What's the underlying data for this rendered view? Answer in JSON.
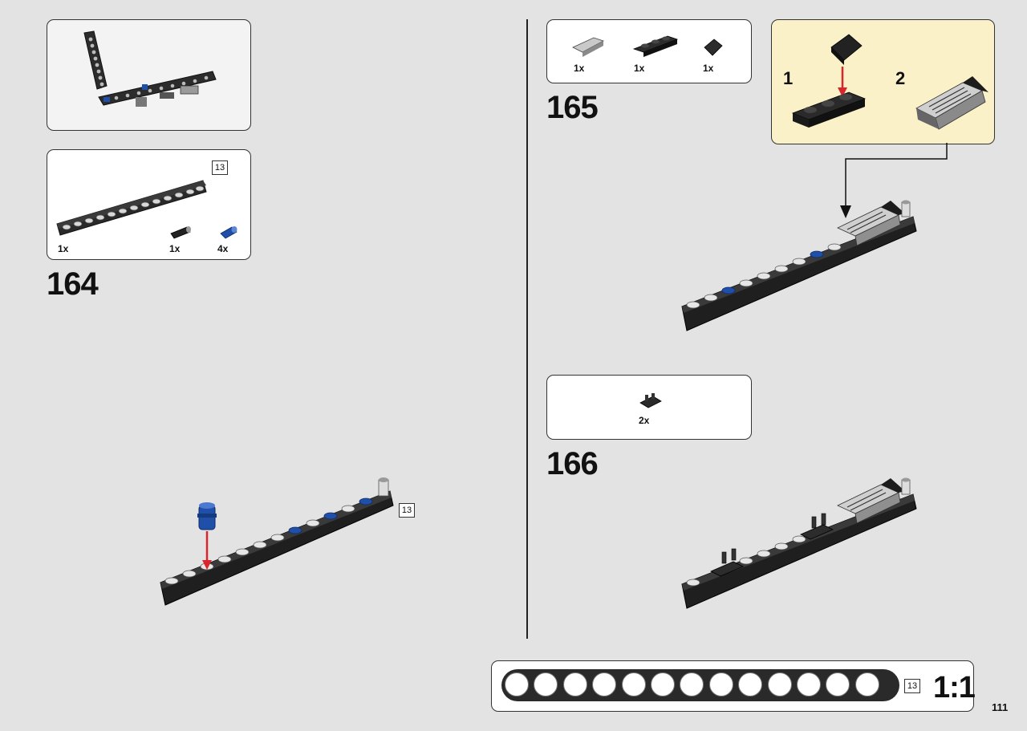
{
  "steps": {
    "s164": {
      "number": "164",
      "parts": [
        {
          "qty": "1x",
          "part": "beam-13-icon"
        },
        {
          "qty": "1x",
          "part": "black-connector-pin-icon"
        },
        {
          "qty": "4x",
          "part": "blue-pin-icon"
        }
      ],
      "beam_length": "13",
      "callout_beam_length": "13"
    },
    "s165": {
      "number": "165",
      "parts": [
        {
          "qty": "1x",
          "part": "grille-slope-icon"
        },
        {
          "qty": "1x",
          "part": "plate-1x3-icon"
        },
        {
          "qty": "1x",
          "part": "slope-cheese-icon"
        }
      ],
      "sub_step_1": "1",
      "sub_step_2": "2"
    },
    "s166": {
      "number": "166",
      "parts": [
        {
          "qty": "2x",
          "part": "clip-plate-icon"
        }
      ]
    }
  },
  "scale_ruler": {
    "beam_length": "13",
    "scale_label": "1:1",
    "hole_count": 13
  },
  "page_number": "111",
  "colors": {
    "background": "#e3e3e3",
    "sub_assembly_bg": "#fbf1c8",
    "arrow_red": "#d9262c",
    "pin_blue": "#1f4fa8",
    "beam_black": "#2a2a2a"
  }
}
